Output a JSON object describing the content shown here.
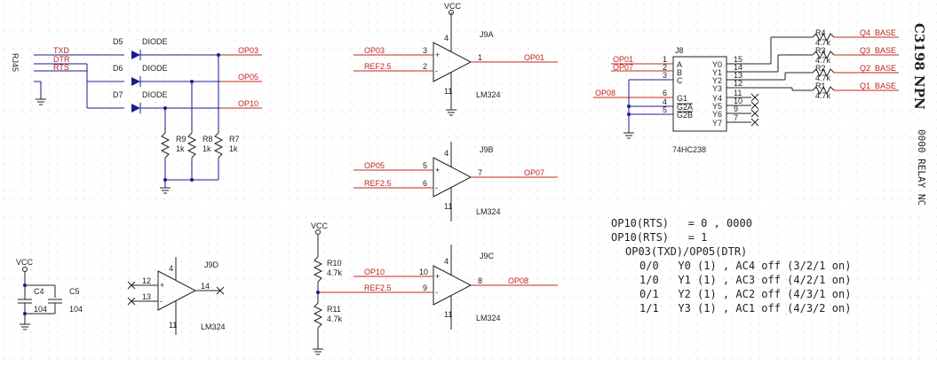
{
  "title_vertical": "C3198 NPN",
  "subtitle_vertical": "0000 RELAY NC",
  "connector": "RJ45",
  "power": "VCC",
  "rj45_nets": [
    "TXD",
    "DTR",
    "RTS"
  ],
  "diodes": [
    {
      "ref": "D5",
      "value": "DIODE",
      "net": "OP03"
    },
    {
      "ref": "D6",
      "value": "DIODE",
      "net": "OP05"
    },
    {
      "ref": "D7",
      "value": "DIODE",
      "net": "OP10"
    }
  ],
  "pulldowns": [
    {
      "ref": "R9",
      "value": "1k"
    },
    {
      "ref": "R8",
      "value": "1k"
    },
    {
      "ref": "R7",
      "value": "1k"
    }
  ],
  "opamps": [
    {
      "ref": "J9A",
      "part": "LM324",
      "in_plus": "OP03",
      "in_minus": "REF2.5",
      "pin_plus": "3",
      "pin_minus": "2",
      "pin_out": "1",
      "out": "OP01"
    },
    {
      "ref": "J9B",
      "part": "LM324",
      "in_plus": "OP05",
      "in_minus": "REF2.5",
      "pin_plus": "5",
      "pin_minus": "6",
      "pin_out": "7",
      "out": "OP07"
    },
    {
      "ref": "J9C",
      "part": "LM324",
      "in_plus": "OP10",
      "in_minus": "REF2.5",
      "pin_plus": "10",
      "pin_minus": "9",
      "pin_out": "8",
      "out": "OP08"
    },
    {
      "ref": "J9D",
      "part": "LM324",
      "in_plus": "",
      "in_minus": "",
      "pin_plus": "12",
      "pin_minus": "13",
      "pin_out": "14",
      "out": ""
    }
  ],
  "supply_pins": {
    "top": "4",
    "bottom": "11"
  },
  "divider": [
    {
      "ref": "R10",
      "value": "4.7k"
    },
    {
      "ref": "R11",
      "value": "4.7k"
    }
  ],
  "caps": [
    {
      "ref": "C4",
      "value": "104"
    },
    {
      "ref": "C5",
      "value": "104"
    }
  ],
  "decoder": {
    "ref": "J8",
    "part": "74HC238",
    "inputs": [
      {
        "net": "OP01",
        "pin": "1",
        "name": "A"
      },
      {
        "net": "OP07",
        "pin": "2",
        "name": "B"
      },
      {
        "net": "",
        "pin": "3",
        "name": "C"
      },
      {
        "net": "OP08",
        "pin": "6",
        "name": "G1"
      },
      {
        "net": "",
        "pin": "4",
        "name": "G2A"
      },
      {
        "net": "",
        "pin": "5",
        "name": "G2B"
      }
    ],
    "outputs": [
      {
        "name": "Y0",
        "pin": "15"
      },
      {
        "name": "Y1",
        "pin": "14"
      },
      {
        "name": "Y2",
        "pin": "13"
      },
      {
        "name": "Y3",
        "pin": "12"
      },
      {
        "name": "Y4",
        "pin": "11"
      },
      {
        "name": "Y5",
        "pin": "10"
      },
      {
        "name": "Y6",
        "pin": "9"
      },
      {
        "name": "Y7",
        "pin": "7"
      }
    ]
  },
  "base_resistors": [
    {
      "ref": "R4",
      "value": "4.7k",
      "net": "Q4_BASE"
    },
    {
      "ref": "R3",
      "value": "4.7k",
      "net": "Q3_BASE"
    },
    {
      "ref": "R2",
      "value": "4.7k",
      "net": "Q2_BASE"
    },
    {
      "ref": "R1",
      "value": "4.7k",
      "net": "Q1_BASE"
    }
  ],
  "notes": [
    "OP10(RTS)   = 0 , 0000",
    "OP10(RTS)   = 1",
    "OP03(TXD)/OP05(DTR)",
    "0/0   Y0 (1) , AC4 off (3/2/1 on)",
    "1/0   Y1 (1) , AC3 off (4/2/1 on)",
    "0/1   Y2 (1) , AC2 off (4/3/1 on)",
    "1/1   Y3 (1) , AC1 off (4/3/2 on)"
  ]
}
